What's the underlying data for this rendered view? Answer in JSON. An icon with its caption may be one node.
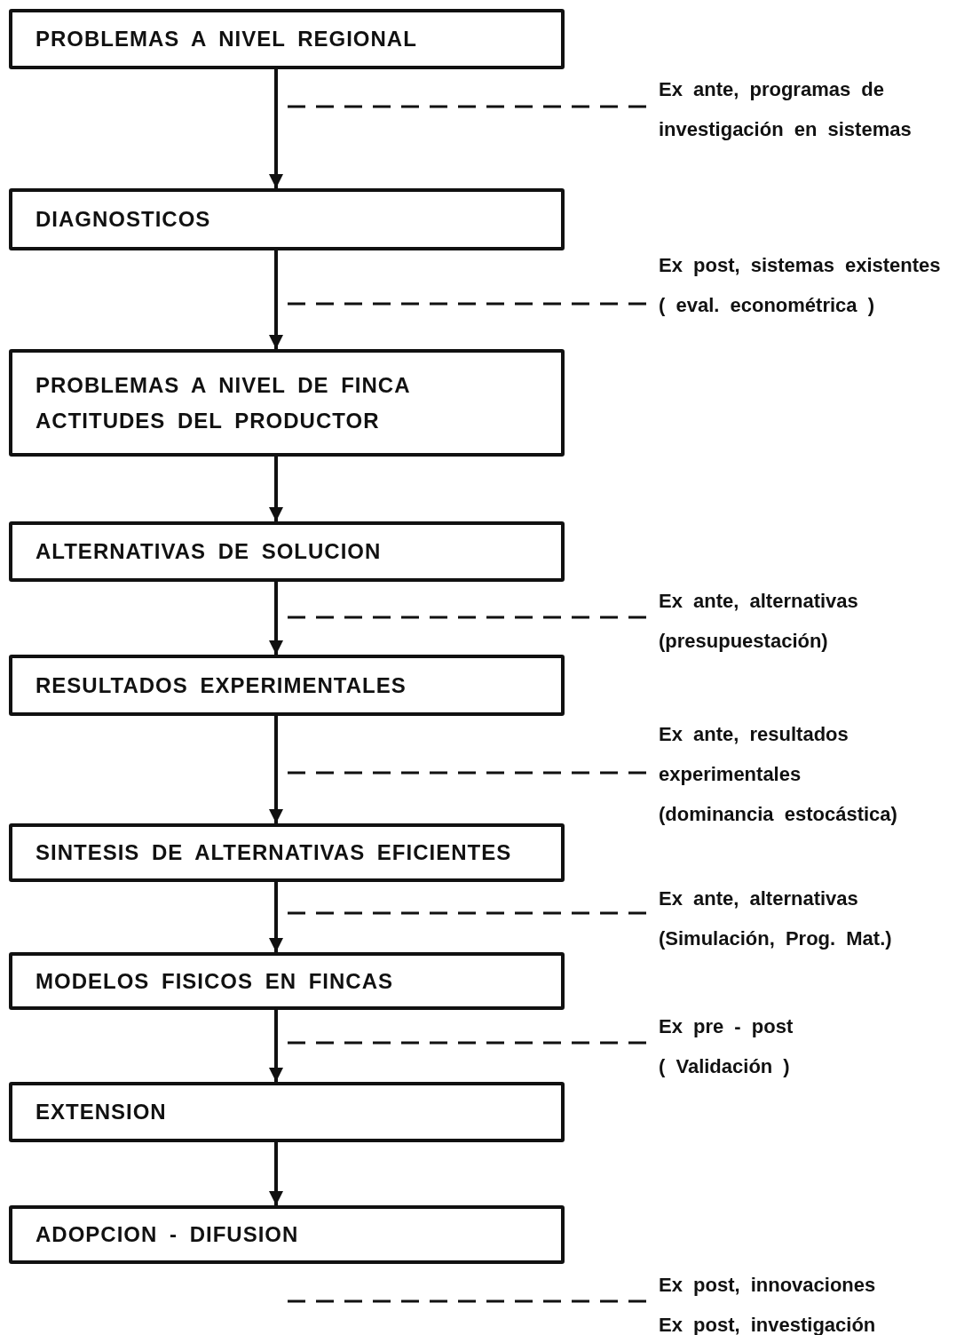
{
  "diagram": {
    "nodes": [
      {
        "text": [
          "PROBLEMAS A NIVEL REGIONAL"
        ]
      },
      {
        "text": [
          "DIAGNOSTICOS"
        ]
      },
      {
        "text": [
          "PROBLEMAS A NIVEL DE FINCA",
          "ACTITUDES DEL PRODUCTOR"
        ]
      },
      {
        "text": [
          "ALTERNATIVAS DE SOLUCION"
        ]
      },
      {
        "text": [
          "RESULTADOS EXPERIMENTALES"
        ]
      },
      {
        "text": [
          "SINTESIS DE ALTERNATIVAS EFICIENTES"
        ]
      },
      {
        "text": [
          "MODELOS FISICOS EN FINCAS"
        ]
      },
      {
        "text": [
          "EXTENSION"
        ]
      },
      {
        "text": [
          "ADOPCION - DIFUSION"
        ]
      },
      {
        "text": [
          "Ex ante, programas de investigación en sistemas"
        ]
      },
      {
        "text": [
          "Ex post, sistemas existentes",
          "( eval. econométrica )"
        ]
      },
      {
        "text": [
          "Ex ante, alternativas",
          "(presupuestación)"
        ]
      },
      {
        "text": [
          "Ex ante, resultados experimentales",
          "(dominancia estocástica)"
        ]
      },
      {
        "text": [
          "Ex ante, alternativas",
          "(Simulación, Prog. Mat.)"
        ]
      },
      {
        "text": [
          "Ex pre - post",
          "( Validación )"
        ]
      },
      {
        "text": [
          "Ex post, innovaciones",
          "Ex post, investigación"
        ]
      }
    ],
    "edges": [
      {
        "from": 0,
        "to": 1,
        "arrow": "to"
      },
      {
        "from": 1,
        "to": 2,
        "arrow": "to"
      },
      {
        "from": 2,
        "to": 3,
        "arrow": "to"
      },
      {
        "from": 3,
        "to": 4,
        "arrow": "to"
      },
      {
        "from": 4,
        "to": 5,
        "arrow": "to"
      },
      {
        "from": 5,
        "to": 6,
        "arrow": "to"
      },
      {
        "from": 6,
        "to": 7,
        "arrow": "to"
      },
      {
        "from": 7,
        "to": 8,
        "arrow": "to"
      },
      {
        "from": 9,
        "to": null,
        "arrow": "none",
        "style": "dashed"
      },
      {
        "from": 10,
        "to": null,
        "arrow": "none",
        "style": "dashed"
      },
      {
        "from": 11,
        "to": null,
        "arrow": "none",
        "style": "dashed"
      },
      {
        "from": 12,
        "to": null,
        "arrow": "none",
        "style": "dashed"
      },
      {
        "from": 13,
        "to": null,
        "arrow": "none",
        "style": "dashed"
      },
      {
        "from": 14,
        "to": null,
        "arrow": "none",
        "style": "dashed"
      },
      {
        "from": 15,
        "to": null,
        "arrow": "none",
        "style": "dashed"
      }
    ]
  }
}
